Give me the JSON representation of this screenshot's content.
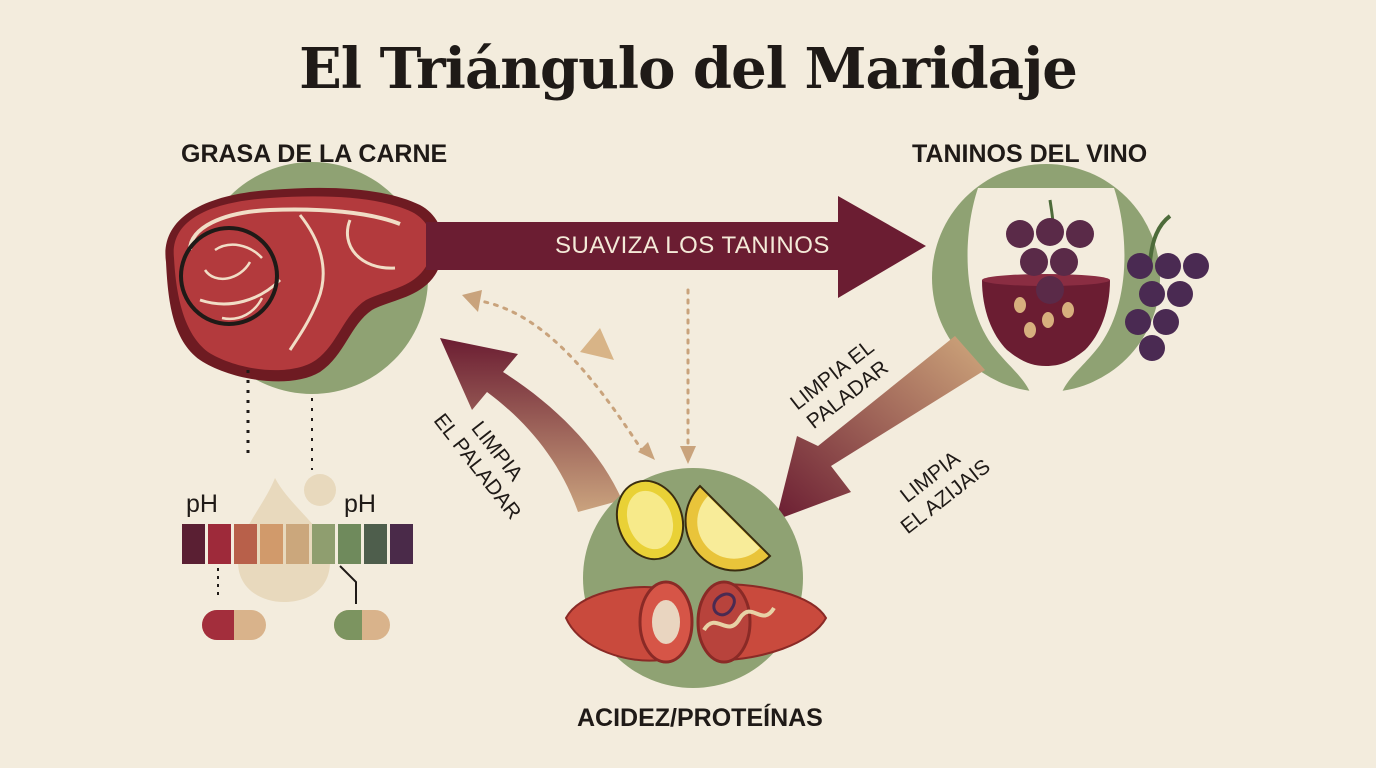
{
  "title": "El Triángulo del Maridaje",
  "nodes": {
    "fat": {
      "label": "GRASA DE LA CARNE",
      "icon": "steak-icon"
    },
    "tannins": {
      "label": "TANINOS DEL VINO",
      "icon": "wine-glass-grapes-icon"
    },
    "acidity": {
      "label": "ACIDEZ/PROTEÍNAS",
      "icon": "lemon-meat-icon"
    }
  },
  "arrows": {
    "fat_to_tannins": "SUAVIZA LOS TANINOS",
    "tannins_to_acidity_a": "LIMPIA EL\nPALADAR",
    "tannins_to_acidity_b": "LIMPIA\nEL AZIJAIS",
    "acidity_to_fat": "LIMPIA\nEL PALADAR"
  },
  "ph_scale": {
    "label_left": "pH",
    "label_right": "pH",
    "colors": [
      "#5a1f33",
      "#9e2a3a",
      "#b8604a",
      "#d19a6b",
      "#cba77c",
      "#8f9e6f",
      "#6f8a5c",
      "#4e5e4c",
      "#4a2a49"
    ]
  },
  "colors": {
    "background": "#f3ecdd",
    "burgundy": "#6b1d32",
    "sage": "#8fa273",
    "tan": "#c9a37c",
    "meat_red": "#a8323a"
  }
}
